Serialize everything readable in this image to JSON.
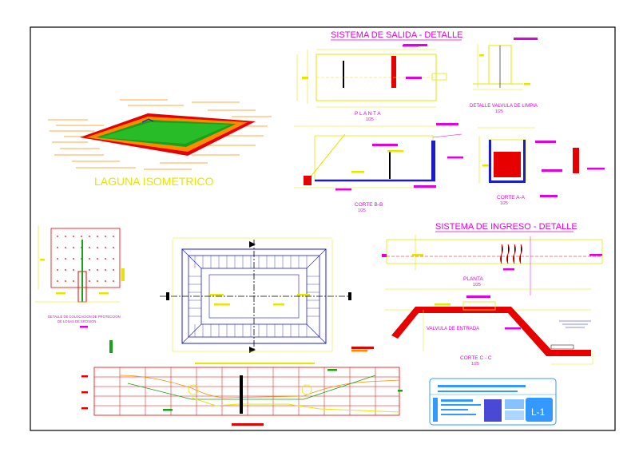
{
  "titles": {
    "salida": "SISTEMA  DE  SALIDA - DETALLE",
    "ingreso": "SISTEMA  DE  INGRESO - DETALLE",
    "laguna": "LAGUNA ISOMETRICO"
  },
  "labels": {
    "planta_salida": "P L A N T A",
    "escala_planta_salida": "1/25",
    "valvula_limpia": "DETALLE VALVULA DE LIMPIA",
    "escala_valvula": "1/25",
    "corte_bb": "CORTE B-B",
    "escala_bb": "1/25",
    "corte_aa": "CORTE A-A",
    "escala_aa": "1/25",
    "planta_ingreso": "PLANTA",
    "escala_planta_ingreso": "1/25",
    "valvula_entrada": "VALVULA DE ENTRADA",
    "corte_cc": "CORTE C - C",
    "escala_cc": "1/25",
    "proteccion_line1": "DETALLE DE COLOCACION DE PROTECCION",
    "proteccion_line2": "DE LOSAS DE EROSION",
    "sheet_code": "L-1"
  },
  "colors": {
    "frame": "#000000",
    "title_magenta": "#e100e1",
    "construction_yellow": "#e6e600",
    "structure_blue": "#1c1ccc",
    "fill_red": "#e60000",
    "fill_green": "#1aa01a",
    "label_orange": "#ff8c00",
    "block_blue": "#3399ff"
  }
}
